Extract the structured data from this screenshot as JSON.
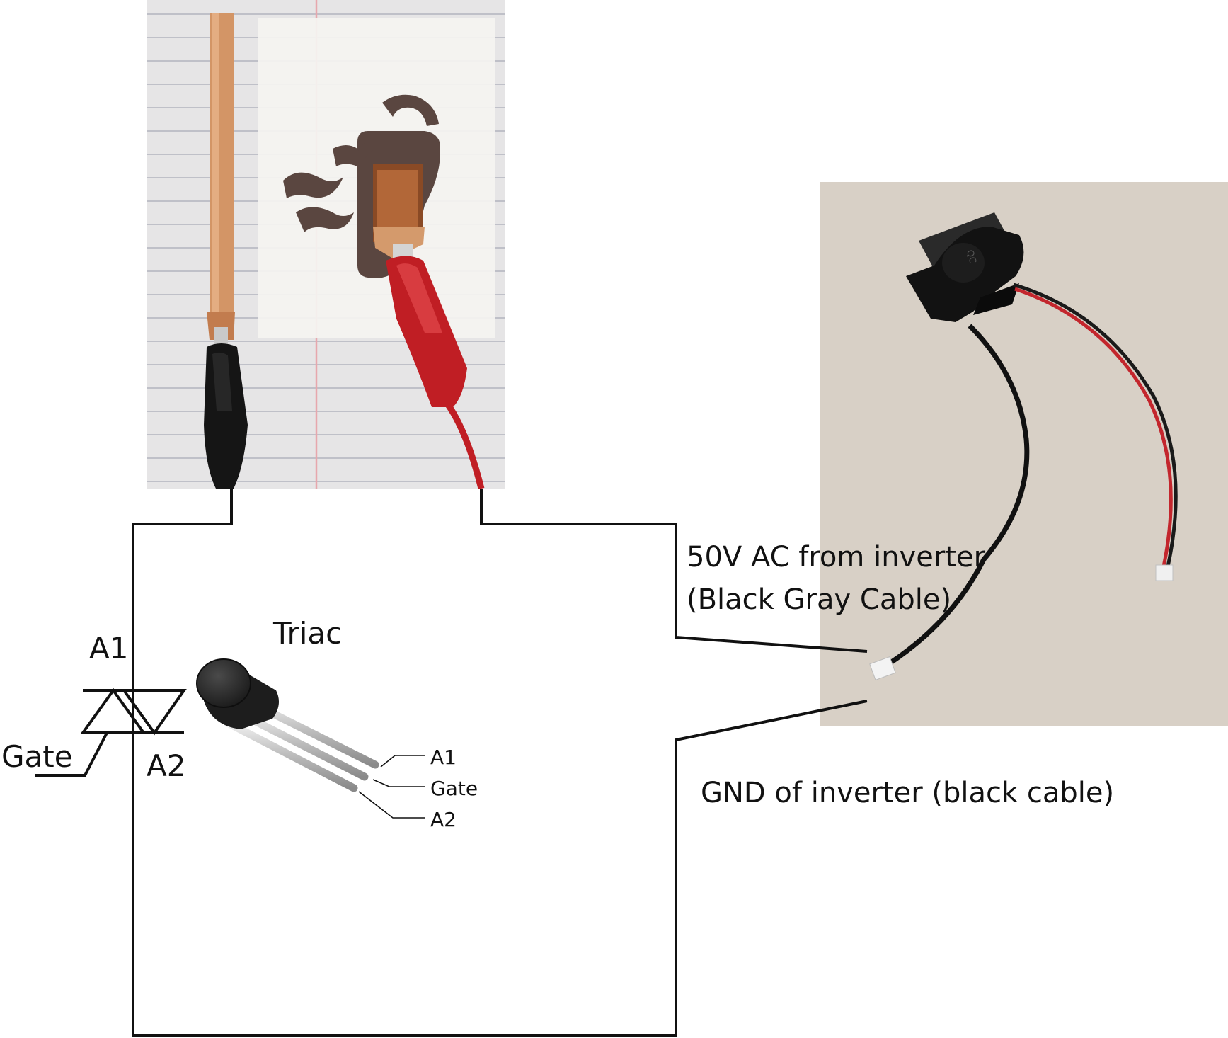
{
  "labels": {
    "triac": "Triac",
    "a1_symbol": "A1",
    "a2_symbol": "A2",
    "gate_symbol": "Gate",
    "pin_a1": "A1",
    "pin_gate": "Gate",
    "pin_a2": "A2",
    "ac_line1": "50V AC from inverter",
    "ac_line2": "(Black Gray Cable)",
    "gnd": "GND of inverter (black cable)"
  },
  "colors": {
    "wire": "#111111",
    "copper": "#c8875a",
    "ink": "#5a4640",
    "clip_red": "#c01e24",
    "clip_black": "#151515",
    "paper": "#ecebec",
    "beige_bg": "#d8d0c6"
  }
}
